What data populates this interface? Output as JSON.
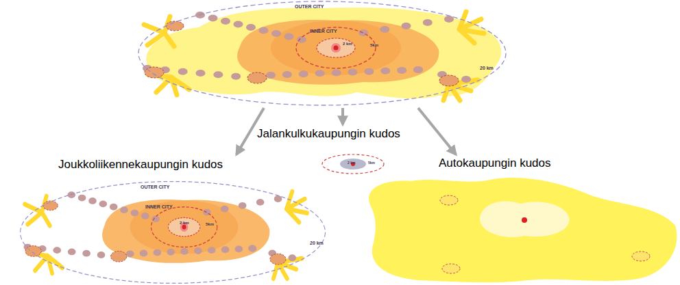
{
  "diagram": {
    "nodes": [
      {
        "text": [
          "OUTER CITY",
          "INNER CITY",
          "2 km",
          "5km",
          "20 km"
        ]
      },
      {
        "text": [
          "Joukkoliikennekaupungin kudos",
          "OUTER CITY",
          "INNER CITY",
          "2 km",
          "5km",
          "20 km"
        ]
      },
      {
        "text": [
          "Jalankulkukaupungin kudos",
          "2 km",
          "5km"
        ]
      },
      {
        "text": [
          "Autokaupungin kudos"
        ]
      }
    ],
    "edges": [
      {
        "from": 0,
        "to": 1,
        "arrow": "to"
      },
      {
        "from": 0,
        "to": 2,
        "arrow": "to"
      },
      {
        "from": 0,
        "to": 3,
        "arrow": "to"
      }
    ]
  }
}
